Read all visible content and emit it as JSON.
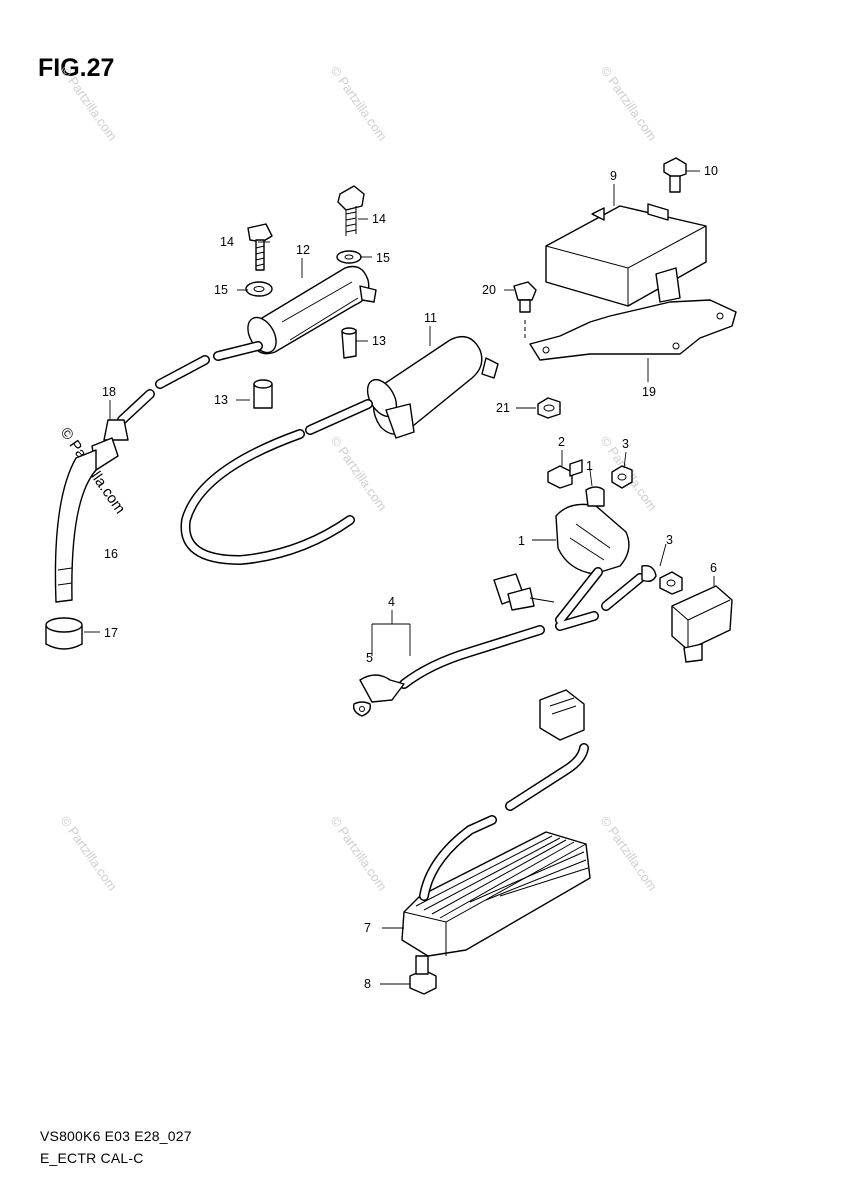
{
  "figure": {
    "title": "FIG.27",
    "code": "VS800K6 E03 E28_027",
    "description": "E_ECTR CAL-C"
  },
  "watermark": "© Partzilla.com",
  "parts": [
    {
      "id": "p1",
      "label": "1"
    },
    {
      "id": "p1b",
      "label": "1"
    },
    {
      "id": "p2",
      "label": "2"
    },
    {
      "id": "p3a",
      "label": "3"
    },
    {
      "id": "p3b",
      "label": "3"
    },
    {
      "id": "p4",
      "label": "4"
    },
    {
      "id": "p5",
      "label": "5"
    },
    {
      "id": "p6",
      "label": "6"
    },
    {
      "id": "p7",
      "label": "7"
    },
    {
      "id": "p8",
      "label": "8"
    },
    {
      "id": "p9",
      "label": "9"
    },
    {
      "id": "p10",
      "label": "10"
    },
    {
      "id": "p11",
      "label": "11"
    },
    {
      "id": "p12",
      "label": "12"
    },
    {
      "id": "p13a",
      "label": "13"
    },
    {
      "id": "p13b",
      "label": "13"
    },
    {
      "id": "p14a",
      "label": "14"
    },
    {
      "id": "p14b",
      "label": "14"
    },
    {
      "id": "p15a",
      "label": "15"
    },
    {
      "id": "p15b",
      "label": "15"
    },
    {
      "id": "p16",
      "label": "16"
    },
    {
      "id": "p17",
      "label": "17"
    },
    {
      "id": "p18",
      "label": "18"
    },
    {
      "id": "p19",
      "label": "19"
    },
    {
      "id": "p20",
      "label": "20"
    },
    {
      "id": "p21",
      "label": "21"
    }
  ]
}
